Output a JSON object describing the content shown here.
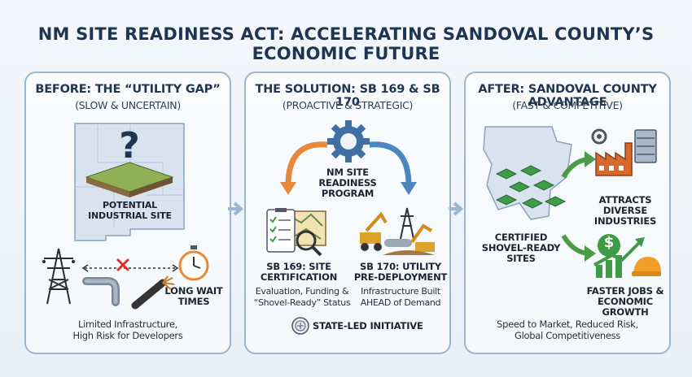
{
  "title": "NM SITE READINESS ACT: ACCELERATING SANDOVAL COUNTY’S ECONOMIC FUTURE",
  "before": {
    "heading": "BEFORE: THE “UTILITY GAP”",
    "subheading": "(SLOW & UNCERTAIN)",
    "question_mark": "?",
    "site_label_1": "POTENTIAL",
    "site_label_2": "INDUSTRIAL SITE",
    "wait_label_1": "LONG WAIT",
    "wait_label_2": "TIMES",
    "footer_1": "Limited Infrastructure,",
    "footer_2": "High Risk for Developers"
  },
  "solution": {
    "heading": "THE SOLUTION: SB 169 & SB 170",
    "subheading": "(PROACTIVE & STRATEGIC)",
    "program_1": "NM SITE",
    "program_2": "READINESS",
    "program_3": "PROGRAM",
    "sb169_title_1": "SB 169: SITE",
    "sb169_title_2": "CERTIFICATION",
    "sb169_desc_1": "Evaluation, Funding &",
    "sb169_desc_2": "“Shovel-Ready” Status",
    "sb170_title_1": "SB 170: UTILITY",
    "sb170_title_2": "PRE-DEPLOYMENT",
    "sb170_desc_1": "Infrastructure Built",
    "sb170_desc_2": "AHEAD of Demand",
    "footer": "STATE-LED INITIATIVE"
  },
  "after": {
    "heading": "AFTER: SANDOVAL COUNTY ADVANTAGE",
    "subheading": "(FAST & COMPETITIVE)",
    "sites_1": "CERTIFIED",
    "sites_2": "SHOVEL-READY",
    "sites_3": "SITES",
    "industries_1": "ATTRACTS",
    "industries_2": "DIVERSE",
    "industries_3": "INDUSTRIES",
    "jobs_1": "FASTER JOBS &",
    "jobs_2": "ECONOMIC GROWTH",
    "dollar": "$",
    "footer_1": "Speed to Market, Reduced Risk,",
    "footer_2": "Global Competitiveness"
  },
  "colors": {
    "title": "#1f3552",
    "panel_border": "#9cb6cf",
    "orange_arrow": "#e8883a",
    "blue_arrow": "#4a86bf",
    "green": "#3f9b47",
    "map_fill": "#d8e3ef"
  }
}
